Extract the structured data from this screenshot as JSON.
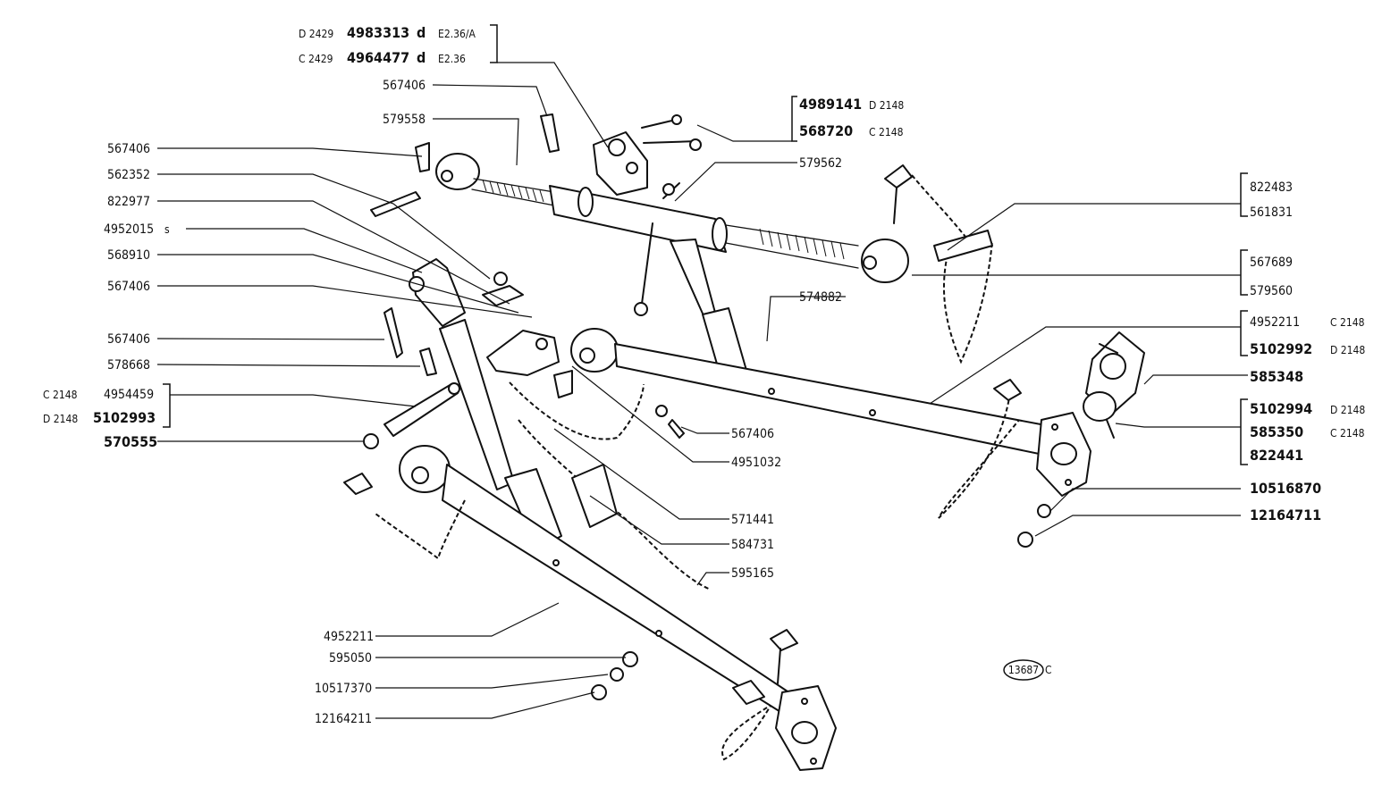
{
  "diagram": {
    "drawing_ref": "13687",
    "drawing_ref_suffix": "C"
  },
  "labels": {
    "top_group": [
      {
        "prefix": "D 2429",
        "number": "4983313",
        "suffix": "d",
        "ref": "E2.36/A"
      },
      {
        "prefix": "C 2429",
        "number": "4964477",
        "suffix": "d",
        "ref": "E2.36"
      }
    ],
    "l_567406_a": "567406",
    "l_579558": "579558",
    "l_567406_b": "567406",
    "l_562352": "562352",
    "l_822977": "822977",
    "l_4952015": "4952015",
    "l_4952015_suffix": "s",
    "l_568910": "568910",
    "l_567406_c": "567406",
    "l_567406_d": "567406",
    "l_578668": "578668",
    "left_group": [
      {
        "prefix": "C 2148",
        "number": "4954459"
      },
      {
        "prefix": "D 2148",
        "number": "5102993"
      }
    ],
    "l_570555": "570555",
    "l_4952211_bottom": "4952211",
    "l_595050": "595050",
    "l_10517370": "10517370",
    "l_12164211": "12164211",
    "top_right_group": [
      {
        "number": "4989141",
        "code": "D 2148"
      },
      {
        "number": "568720",
        "code": "C 2148"
      }
    ],
    "l_579562": "579562",
    "right_group_1": [
      "822483",
      "561831"
    ],
    "right_group_2": [
      "567689",
      "579560"
    ],
    "l_574882": "574882",
    "right_group_3": [
      {
        "number": "4952211",
        "code": "C 2148"
      },
      {
        "number": "5102992",
        "code": "D 2148"
      }
    ],
    "l_585348": "585348",
    "right_group_4": [
      {
        "number": "5102994",
        "code": "D 2148"
      },
      {
        "number": "585350",
        "code": "C 2148"
      },
      {
        "number": "822441",
        "code": ""
      }
    ],
    "l_10516870": "10516870",
    "l_12164711": "12164711",
    "l_567406_e": "567406",
    "l_4951032": "4951032",
    "l_571441": "571441",
    "l_584731": "584731",
    "l_595165": "595165"
  }
}
